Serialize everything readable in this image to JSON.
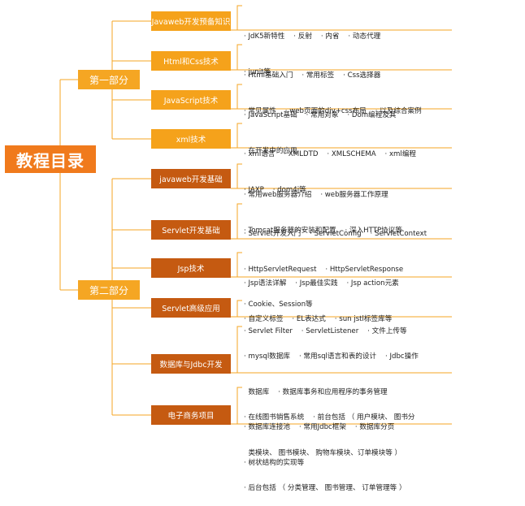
{
  "root_title": "教程目录",
  "parts": [
    {
      "label": "第一部分",
      "topics": [
        {
          "label": "Javaweb开发预备知识",
          "details": [
            "· JdK5新特性    · 反射    · 内省    · 动态代理",
            "· junit等"
          ]
        },
        {
          "label": "Html和Css技术",
          "details": [
            "· Html基础入门    · 常用标签    · Css选择器",
            "· 常见属性    · web页面的div+css布局    · 以及综合案例"
          ]
        },
        {
          "label": "JavaScript技术",
          "details": [
            "· JavaScript基础    · 常用对象    · Dom编程及其",
            "  在开发中的应用"
          ]
        },
        {
          "label": "xml技术",
          "details": [
            "· xml语言    · XMLDTD    · XMLSCHEMA    · xml编程",
            "· JAXP    · dom4j等"
          ]
        }
      ]
    },
    {
      "label": "第二部分",
      "topics": [
        {
          "label": "javaweb开发基础",
          "details": [
            "· 常用web服务器介绍    · web服务器工作原理",
            "· Tomcat服务器的安装和配置    · 深入HTTP协议等"
          ]
        },
        {
          "label": "Servlet开发基础",
          "details": [
            "· Servlet开发入门    · ServletConfig    · ServletContext",
            "· HttpServletRequest    · HttpServletResponse",
            "· Cookie、Session等"
          ]
        },
        {
          "label": "Jsp技术",
          "details": [
            "· Jsp语法详解    · Jsp最佳实践    · Jsp action元素",
            "· 自定义标签    · EL表达式    · sun jstl标签库等"
          ]
        },
        {
          "label": "Servlet高级应用",
          "details": [
            "· Servlet Filter    · ServletListener    · 文件上传等"
          ]
        },
        {
          "label": "数据库与Jdbc开发",
          "details": [
            "· mysql数据库    · 常用sql语言和表的设计    · Jdbc操作",
            "  数据库    · 数据库事务和应用程序的事务管理",
            "· 数据库连接池    · 常用Jdbc框架    · 数据库分页",
            "· 树状结构的实现等"
          ]
        },
        {
          "label": "电子商务项目",
          "details": [
            "· 在线图书销售系统    · 前台包括 （ 用户模块、 图书分",
            "  类模块、 图书模块、 购物车模块、订单模块等 ）",
            "· 后台包括 （ 分类管理、 图书管理、 订单管理等 ）"
          ]
        }
      ]
    }
  ]
}
